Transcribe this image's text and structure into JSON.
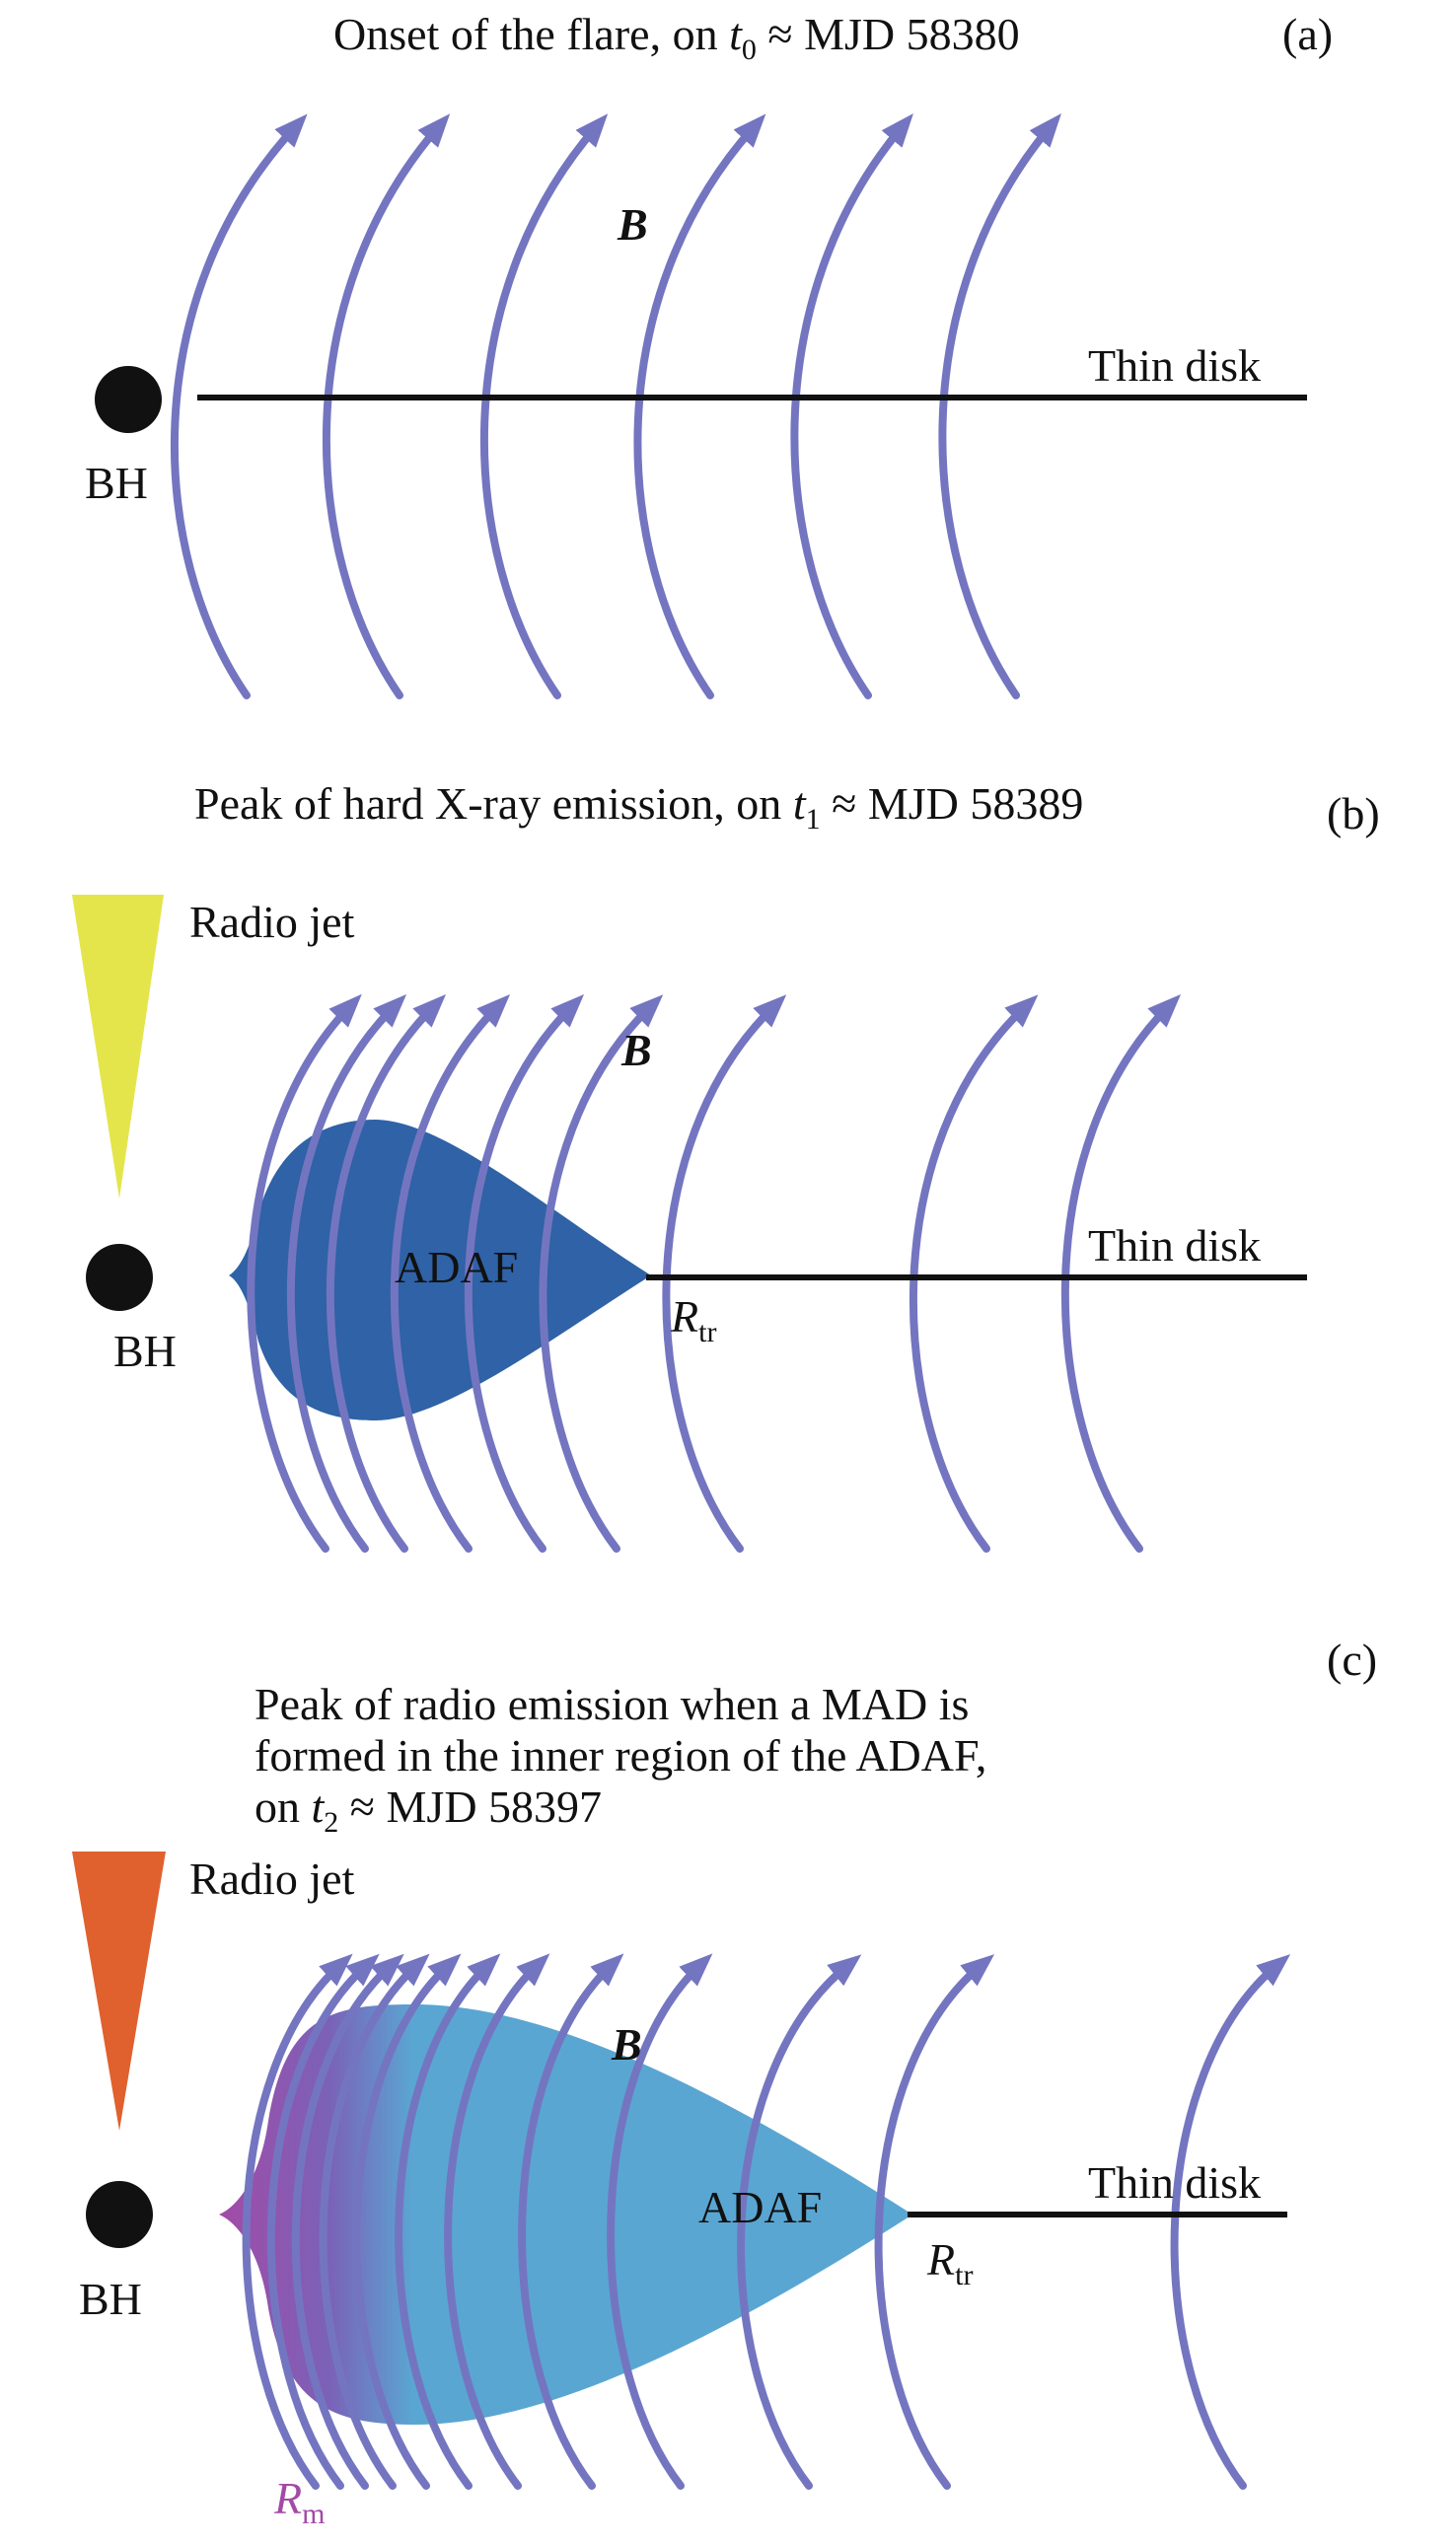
{
  "panels": [
    {
      "letter": "(a)",
      "title_prefix": "Onset of the flare, on ",
      "time_symbol": "t",
      "time_sub": "0",
      "title_suffix": " ≈ MJD 58380",
      "labels": {
        "b_field": "B",
        "thin_disk": "Thin disk",
        "bh": "BH"
      }
    },
    {
      "letter": "(b)",
      "title_prefix": "Peak of hard X-ray emission, on ",
      "time_symbol": "t",
      "time_sub": "1",
      "title_suffix": " ≈ MJD 58389",
      "labels": {
        "radio_jet": "Radio jet",
        "b_field": "B",
        "adaf": "ADAF",
        "thin_disk": "Thin disk",
        "bh": "BH",
        "r_symbol": "R",
        "r_sub": "tr"
      },
      "colors": {
        "jet": "#e4e54b",
        "adaf": "#2f62a6"
      }
    },
    {
      "letter": "(c)",
      "title_lines": "Peak of radio emission when a MAD is\nformed in the inner region of the ADAF,",
      "title_line3_prefix": "on ",
      "time_symbol": "t",
      "time_sub": "2",
      "title_suffix": " ≈ MJD 58397",
      "labels": {
        "radio_jet": "Radio jet",
        "b_field": "B",
        "adaf": "ADAF",
        "thin_disk": "Thin disk",
        "bh": "BH",
        "r_symbol": "R",
        "r_sub": "tr",
        "rm_symbol": "R",
        "rm_sub": "m"
      },
      "colors": {
        "jet": "#e0602e",
        "adaf": "#5aa6d2",
        "mad": "#a34aa6"
      }
    }
  ],
  "colors": {
    "field_lines": "#7475c0",
    "disk": "#111111",
    "bh": "#111111"
  }
}
